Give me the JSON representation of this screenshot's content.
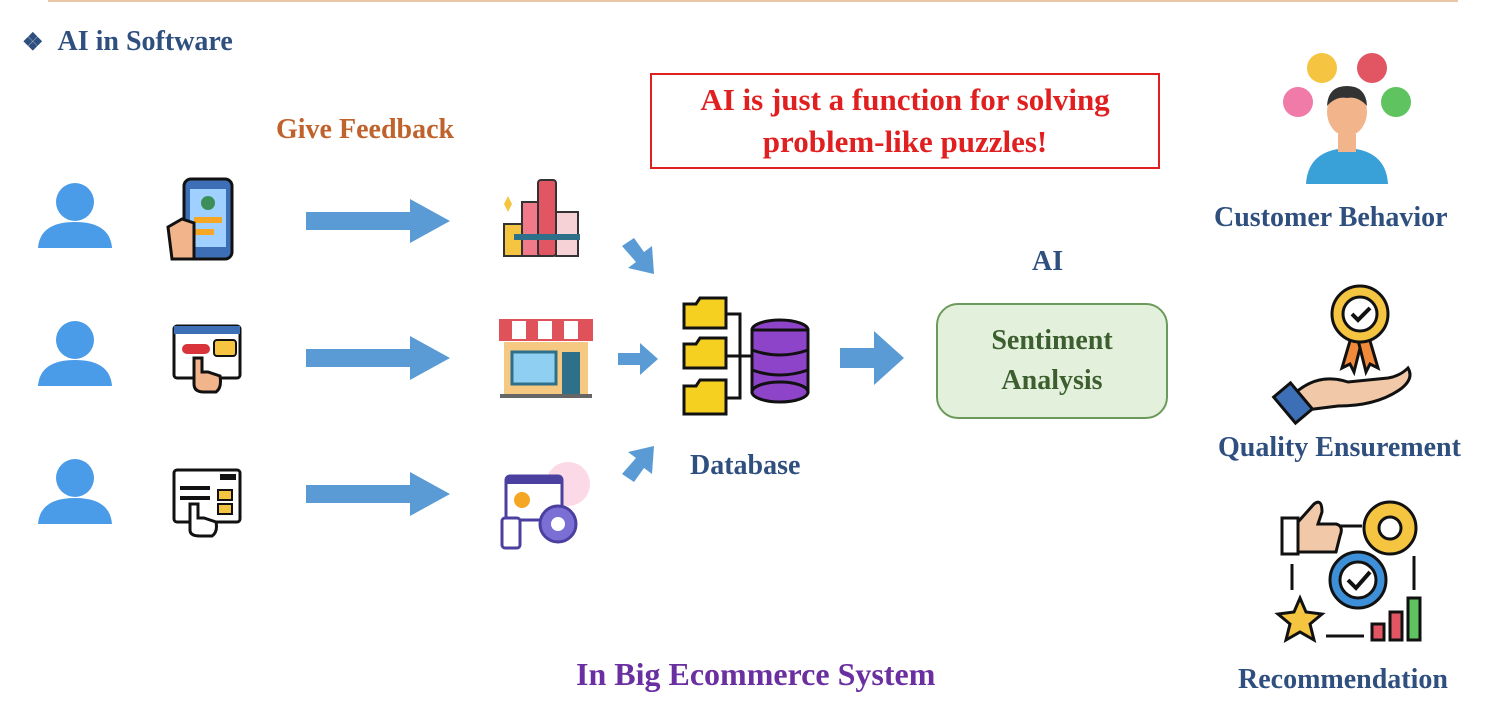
{
  "heading": {
    "bullet": "❖",
    "title": "AI in Software"
  },
  "feedback_label": "Give Feedback",
  "callout": {
    "line1": "AI is just a function for solving",
    "line2": "problem-like puzzles!"
  },
  "database_label": "Database",
  "ai_label": "AI",
  "sentiment": {
    "line1": "Sentiment",
    "line2": "Analysis"
  },
  "outcomes": {
    "customer_behavior": "Customer Behavior",
    "quality_ensurement": "Quality Ensurement",
    "recommendation": "Recommendation"
  },
  "footer": "In Big Ecommerce System",
  "icons": {
    "users": [
      "user-icon",
      "user-icon",
      "user-icon"
    ],
    "channels": [
      "mobile-app-icon",
      "web-chat-icon",
      "web-form-icon"
    ],
    "sources": [
      "products-icon",
      "store-icon",
      "app-settings-icon"
    ],
    "center": "database-icon",
    "right": [
      "customer-behavior-icon",
      "quality-award-icon",
      "recommendation-icon"
    ]
  },
  "colors": {
    "heading": "#2f4f7f",
    "feedback": "#c0622c",
    "callout": "#e02020",
    "arrow": "#5b9bd5",
    "sentiment_fill": "#e3f1dc",
    "sentiment_border": "#6b9a5a",
    "footer": "#6a2fa0"
  }
}
